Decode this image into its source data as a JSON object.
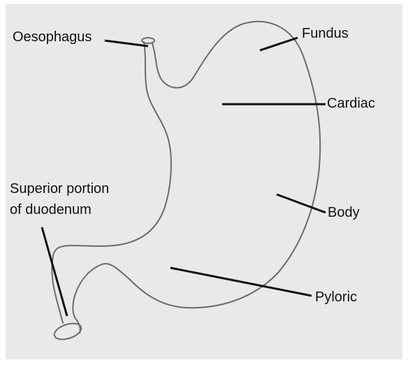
{
  "diagram": {
    "colors": {
      "paper": "#e9e9ea",
      "paper_edge": "#ffffff",
      "outline": "#6b6b6b",
      "leader_line": "#111111",
      "label_text": "#111111"
    },
    "labels": {
      "oesophagus": "Oesophagus",
      "fundus": "Fundus",
      "cardiac": "Cardiac",
      "body": "Body",
      "pyloric": "Pyloric",
      "duodenum_line1": "Superior portion",
      "duodenum_line2": "of duodenum"
    }
  }
}
